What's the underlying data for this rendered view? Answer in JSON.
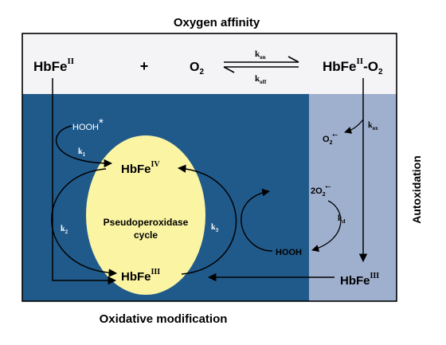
{
  "header": {
    "title": "Oxygen affinity"
  },
  "footer": {
    "left_label": "Oxidative modification",
    "side_label": "Autoxidation"
  },
  "equilibrium": {
    "reactant": {
      "base": "HbFe",
      "sup": "II"
    },
    "plus": "+",
    "oxygen": {
      "base": "O",
      "sub": "2"
    },
    "k_on": {
      "base": "k",
      "sub": "on"
    },
    "k_off": {
      "base": "k",
      "sub": "off"
    },
    "product": {
      "base": "HbFe",
      "sup": "II",
      "tail": "-O",
      "tail_sub": "2"
    }
  },
  "cycle": {
    "title_line1": "Pseudoperoxidase",
    "title_line2": "cycle",
    "fe4": {
      "base": "HbFe",
      "sup": "IV"
    },
    "fe3": {
      "base": "HbFe",
      "sup": "III"
    },
    "k1": {
      "base": "k",
      "sub": "1"
    },
    "k2": {
      "base": "k",
      "sub": "2"
    },
    "k3": {
      "base": "k",
      "sub": "3"
    },
    "hooh_star": {
      "text": "HOOH",
      "star": "*"
    },
    "hooh": "HOOH"
  },
  "autox": {
    "superoxide": {
      "base": "O",
      "sub": "2",
      "sup": "•−"
    },
    "two_superoxide": {
      "coef": "2O",
      "sub": "2",
      "sup": "•−"
    },
    "k_ox": {
      "base": "k",
      "sub": "ox"
    },
    "k_d": {
      "base": "k",
      "sub": "d"
    },
    "fe3": {
      "base": "HbFe",
      "sup": "III"
    }
  },
  "colors": {
    "dark_panel": "#205a8b",
    "light_panel": "#9fb0cf",
    "header_panel": "#f4f4f6",
    "ellipse": "#fbf4a3",
    "ink": "#000000"
  }
}
